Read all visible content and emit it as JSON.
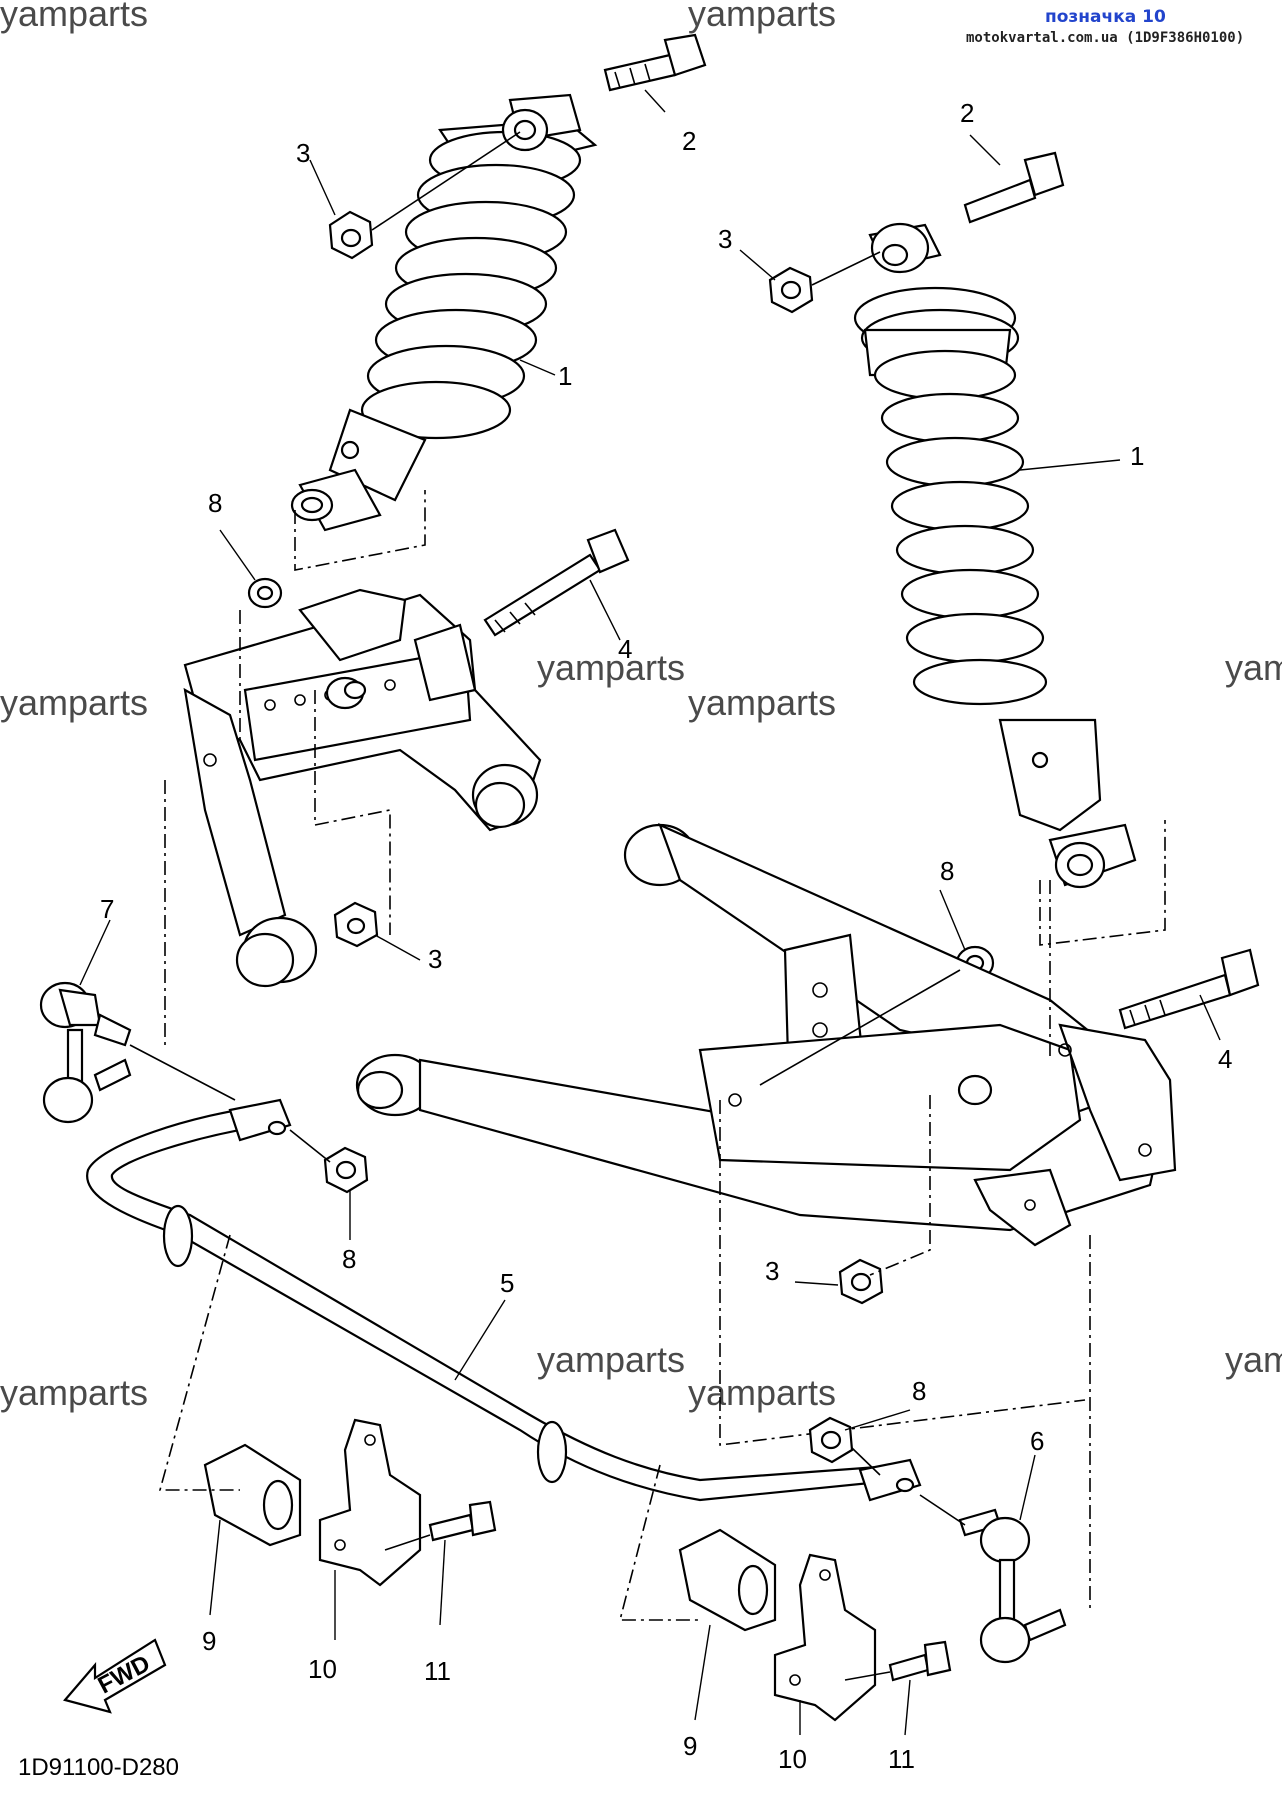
{
  "header": {
    "label": "позначка 10",
    "source": "motokvartal.com.ua (1D9F386H0100)"
  },
  "watermark": "yamparts",
  "diagram_code": "1D91100-D280",
  "fwd_label": "FWD",
  "callouts": [
    "1",
    "1",
    "2",
    "2",
    "3",
    "3",
    "3",
    "3",
    "4",
    "4",
    "5",
    "6",
    "7",
    "8",
    "8",
    "8",
    "8",
    "9",
    "9",
    "10",
    "10",
    "11",
    "11"
  ]
}
